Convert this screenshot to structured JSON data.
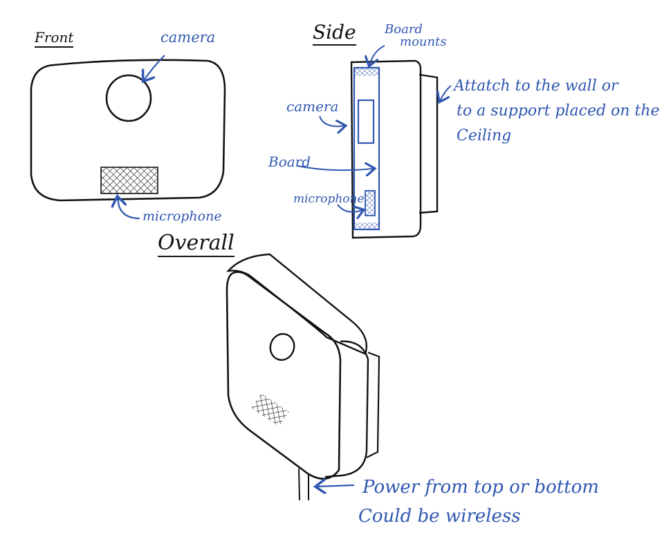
{
  "colors": {
    "ink": "#111111",
    "annotation": "#2f56b0",
    "background": "#ffffff"
  },
  "views": {
    "front": {
      "title": "Front",
      "labels": {
        "camera": "camera",
        "microphone": "microphone"
      }
    },
    "side": {
      "title": "Side",
      "labels": {
        "board_mounts_line1": "Board",
        "board_mounts_line2": "mounts",
        "camera": "camera",
        "board": "Board",
        "microphone": "microphone",
        "attach_line1": "Attatch to the wall or",
        "attach_line2": "to a support placed on the",
        "attach_line3": "Ceiling"
      }
    },
    "overall": {
      "title": "Overall",
      "labels": {
        "power_line1": "Power from top or bottom",
        "power_line2": "Could be wireless"
      }
    }
  }
}
